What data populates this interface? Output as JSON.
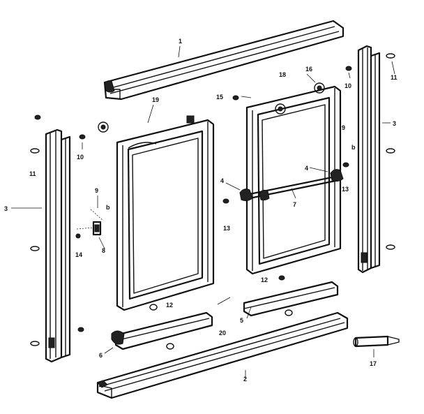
{
  "diagram": {
    "callouts": [
      {
        "id": "c1a",
        "text": "1"
      },
      {
        "id": "c2a",
        "text": "2"
      },
      {
        "id": "c3a",
        "text": "3"
      },
      {
        "id": "c3b",
        "text": "3"
      },
      {
        "id": "c4a",
        "text": "4"
      },
      {
        "id": "c4b",
        "text": "4"
      },
      {
        "id": "c5a",
        "text": "5"
      },
      {
        "id": "c6a",
        "text": "6"
      },
      {
        "id": "c7a",
        "text": "7"
      },
      {
        "id": "c8a",
        "text": "8"
      },
      {
        "id": "c9a",
        "text": "9"
      },
      {
        "id": "c9b",
        "text": "9"
      },
      {
        "id": "c10a",
        "text": "10"
      },
      {
        "id": "c10b",
        "text": "10"
      },
      {
        "id": "c11a",
        "text": "11"
      },
      {
        "id": "c11b",
        "text": "11"
      },
      {
        "id": "c12a",
        "text": "12"
      },
      {
        "id": "c12b",
        "text": "12"
      },
      {
        "id": "c13a",
        "text": "13"
      },
      {
        "id": "c13b",
        "text": "13"
      },
      {
        "id": "c14a",
        "text": "14"
      },
      {
        "id": "c15a",
        "text": "15"
      },
      {
        "id": "c16a",
        "text": "16"
      },
      {
        "id": "c17a",
        "text": "17"
      },
      {
        "id": "c18a",
        "text": "18"
      },
      {
        "id": "c19a",
        "text": "19"
      },
      {
        "id": "c20a",
        "text": "20"
      },
      {
        "id": "cba",
        "text": "b"
      },
      {
        "id": "cbb",
        "text": "b"
      }
    ]
  }
}
